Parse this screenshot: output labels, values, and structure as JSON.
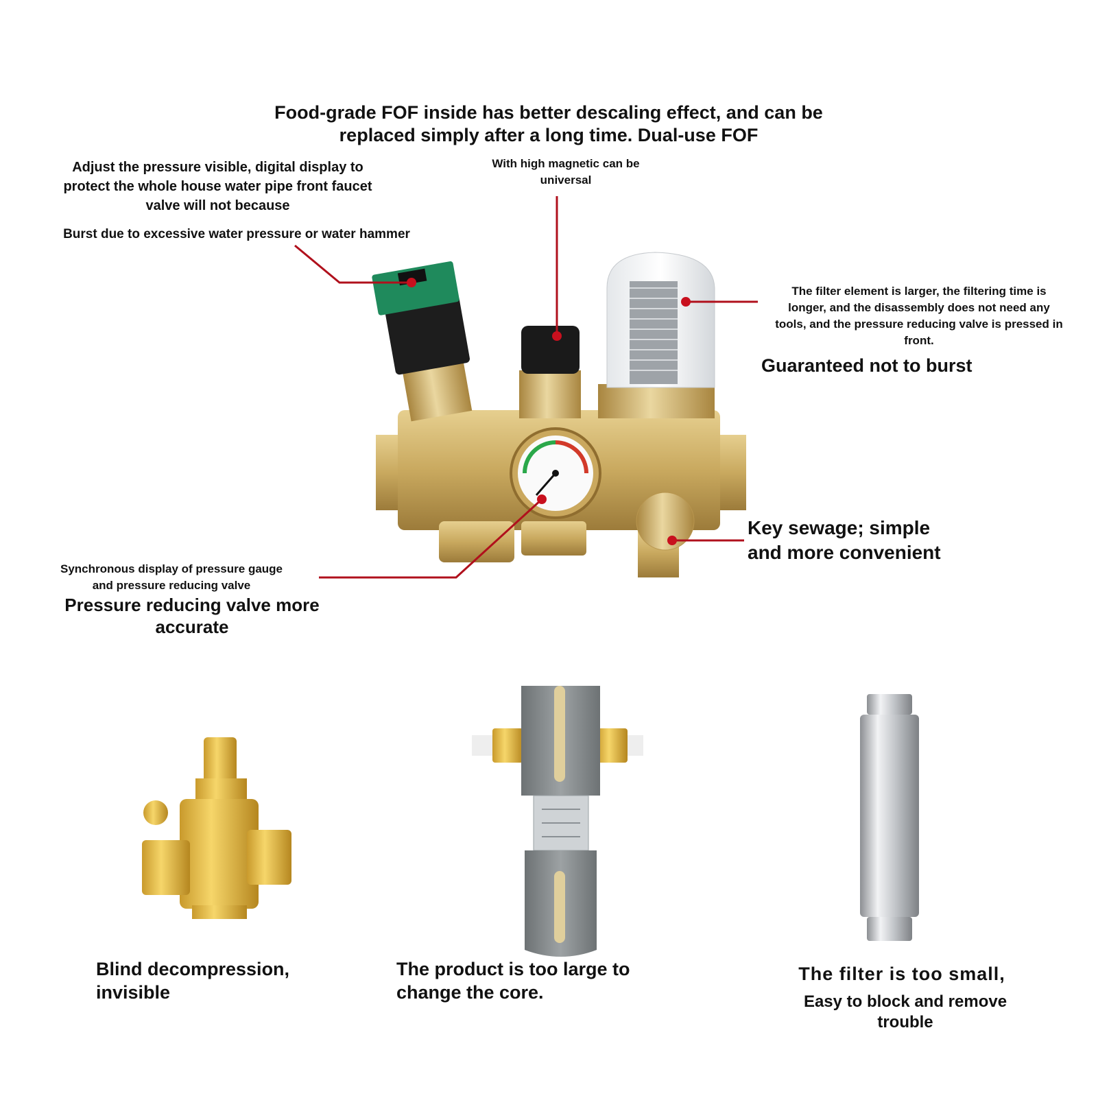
{
  "headline": {
    "line1": "Food-grade FOF inside has better descaling effect, and can be",
    "line2": "replaced simply after a long time. Dual-use FOF"
  },
  "annotations": {
    "pressure_display": {
      "line1": "Adjust the pressure visible, digital display to",
      "line2": "protect the whole house water pipe front faucet",
      "line3": "valve will not because"
    },
    "burst": "Burst due to excessive water pressure or water hammer",
    "magnetic": {
      "line1": "With high magnetic can be",
      "line2": "universal"
    },
    "filter_element": {
      "line1": "The filter element is larger, the filtering time is",
      "line2": "longer, and the disassembly does not need any",
      "line3": "tools, and the pressure reducing valve is pressed in",
      "line4": "front."
    },
    "guaranteed": "Guaranteed not to burst",
    "sewage": {
      "line1": "Key sewage; simple",
      "line2": "and more convenient"
    },
    "sync_display": {
      "line1": "Synchronous display of pressure gauge",
      "line2": "and pressure reducing valve"
    },
    "accurate": {
      "line1": "Pressure reducing valve more",
      "line2": "accurate"
    }
  },
  "comparisons": {
    "blind": {
      "line1": "Blind decompression,",
      "line2": "invisible"
    },
    "large": {
      "line1": "The product is too large to",
      "line2": "change the core."
    },
    "small": {
      "title": "The filter is too small,",
      "line1": "Easy to block and remove",
      "line2": "trouble"
    }
  },
  "colors": {
    "callout_red": "#b0101c",
    "dot_red": "#c8101e",
    "brass": "#c9a95f",
    "brass_dark": "#9c7b3a",
    "green_cap": "#1f8a5c",
    "grey_body": "#858a8c"
  }
}
